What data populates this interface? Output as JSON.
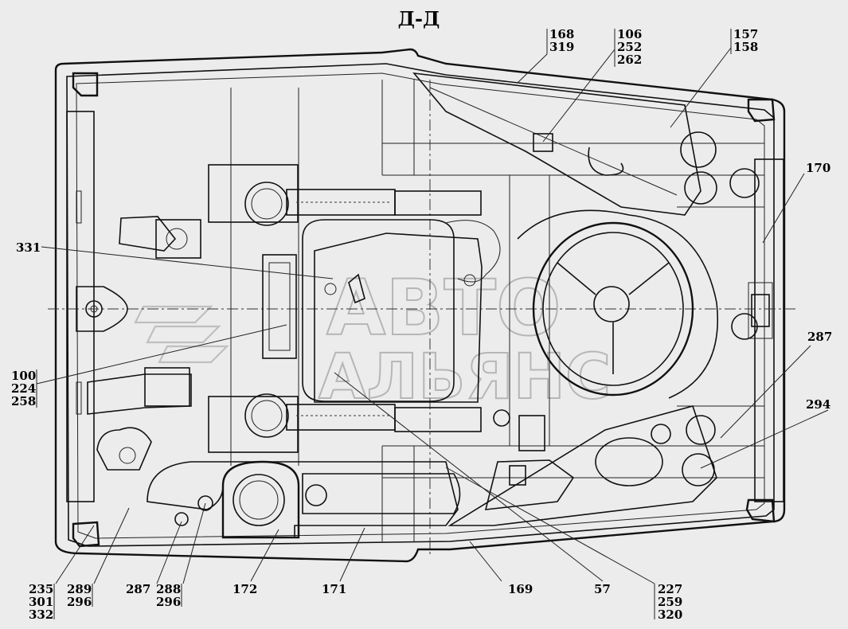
{
  "title": "Д-Д",
  "watermark": {
    "line1": "АВТО",
    "line2": "АЛЬЯНС"
  },
  "callouts": [
    {
      "id": "c-168-319",
      "lines": [
        "168",
        "319"
      ]
    },
    {
      "id": "c-106-252-262",
      "lines": [
        "106",
        "252",
        "262"
      ]
    },
    {
      "id": "c-157-158",
      "lines": [
        "157",
        "158"
      ]
    },
    {
      "id": "c-170",
      "lines": [
        "170"
      ]
    },
    {
      "id": "c-331",
      "lines": [
        "331"
      ]
    },
    {
      "id": "c-287-right",
      "lines": [
        "287"
      ]
    },
    {
      "id": "c-294",
      "lines": [
        "294"
      ]
    },
    {
      "id": "c-100-224-258",
      "lines": [
        "100",
        "224",
        "258"
      ]
    },
    {
      "id": "c-235-301-332",
      "lines": [
        "235",
        "301",
        "332"
      ]
    },
    {
      "id": "c-289-296",
      "lines": [
        "289",
        "296"
      ]
    },
    {
      "id": "c-287-left",
      "lines": [
        "287"
      ]
    },
    {
      "id": "c-288-296",
      "lines": [
        "288",
        "296"
      ]
    },
    {
      "id": "c-172",
      "lines": [
        "172"
      ]
    },
    {
      "id": "c-171",
      "lines": [
        "171"
      ]
    },
    {
      "id": "c-169",
      "lines": [
        "169"
      ]
    },
    {
      "id": "c-57",
      "lines": [
        "57"
      ]
    },
    {
      "id": "c-227-259-320",
      "lines": [
        "227",
        "259",
        "320"
      ]
    }
  ]
}
